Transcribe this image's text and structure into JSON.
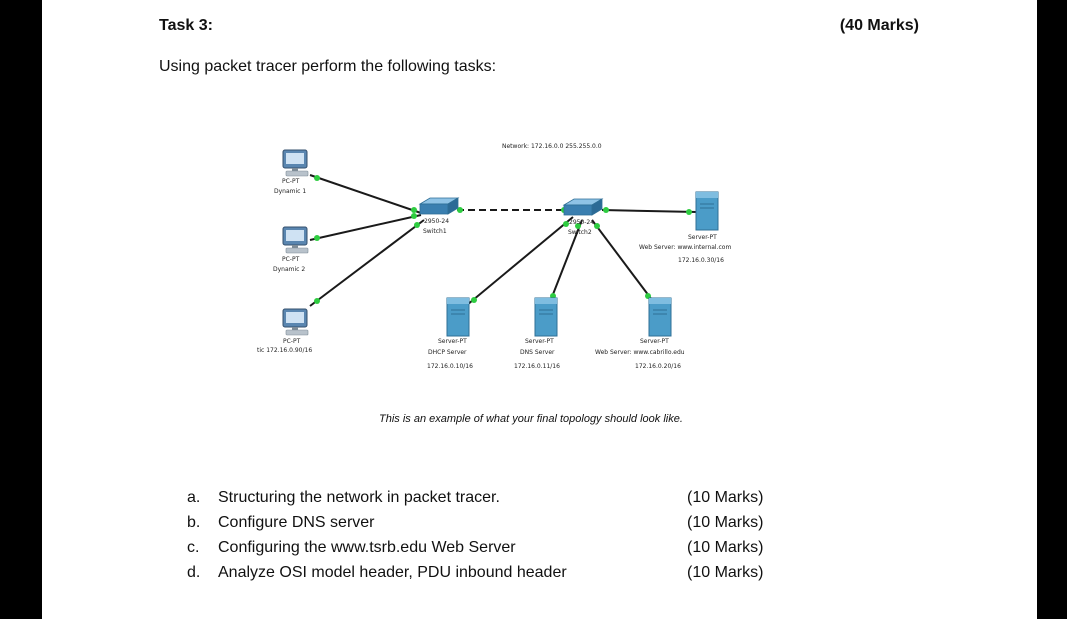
{
  "header": {
    "task_title": "Task 3:",
    "total_marks": "(40 Marks)"
  },
  "intro": "Using packet tracer perform the following tasks:",
  "topology": {
    "network_label": "Network: 172.16.0.0 255.255.0.0",
    "pcs": [
      {
        "type": "PC-PT",
        "name": "Dynamic 1"
      },
      {
        "type": "PC-PT",
        "name": "Dynamic 2"
      },
      {
        "type": "PC-PT",
        "name": "tic 172.16.0.90/16"
      }
    ],
    "switch1": {
      "model": "2950-24",
      "name": "Switch1"
    },
    "switch2": {
      "model": "2950-24",
      "name": "Switch2"
    },
    "servers": [
      {
        "type": "Server-PT",
        "role": "Web Server: www.internal.com",
        "ip": "172.16.0.30/16"
      },
      {
        "type": "Server-PT",
        "role": "DHCP Server",
        "ip": "172.16.0.10/16"
      },
      {
        "type": "Server-PT",
        "role": "DNS Server",
        "ip": "172.16.0.11/16"
      },
      {
        "type": "Server-PT",
        "role": "Web Server: www.cabrillo.edu",
        "ip": "172.16.0.20/16"
      }
    ],
    "caption": "This is an example of what your final topology should look like.",
    "colors": {
      "link": "#1a1a1a",
      "port": "#2ecc40",
      "switch": "#3a7fb0",
      "server": "#4b9cc8",
      "pc": "#5a86b0"
    }
  },
  "tasks": [
    {
      "letter": "a.",
      "text": "Structuring the network in packet tracer.",
      "marks": "(10 Marks)"
    },
    {
      "letter": "b.",
      "text": "Configure DNS server",
      "marks": "(10 Marks)"
    },
    {
      "letter": "c.",
      "text": "Configuring the www.tsrb.edu Web Server",
      "marks": "(10 Marks)"
    },
    {
      "letter": "d.",
      "text": "Analyze OSI model header, PDU inbound header",
      "marks": "(10 Marks)"
    }
  ]
}
